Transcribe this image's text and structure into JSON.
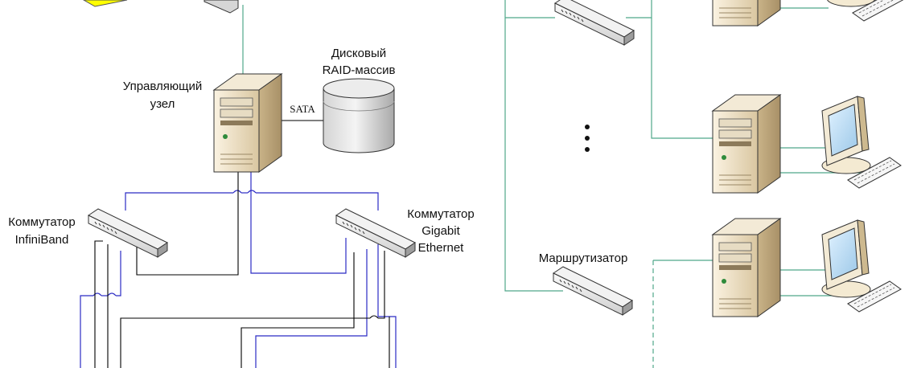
{
  "labels": {
    "disk_array_line1": "Дисковый",
    "disk_array_line2": "RAID-массив",
    "control_node_line1": "Управляющий",
    "control_node_line2": "узел",
    "sata": "SATA",
    "switch_infiniband_line1": "Коммутатор",
    "switch_infiniband_line2": "InfiniBand",
    "switch_gigabit_line1": "Коммутатор",
    "switch_gigabit_line2": "Gigabit",
    "switch_gigabit_line3": "Ethernet",
    "router": "Маршрутизатор"
  },
  "colors": {
    "infiniband_link": "#2b2bc4",
    "ethernet_link": "#000000",
    "lan_link": "#4fa88a",
    "lightning": "#ffff00"
  },
  "icons": [
    "server-tower-icon",
    "disk-array-icon",
    "network-switch-icon",
    "router-icon",
    "monitor-icon",
    "keyboard-icon",
    "lightning-icon"
  ]
}
